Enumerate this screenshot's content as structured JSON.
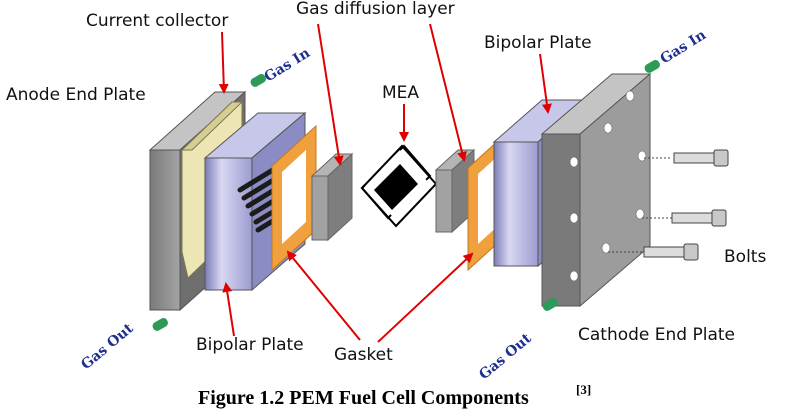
{
  "labels": {
    "current_collector": "Current collector",
    "gas_diffusion_layer": "Gas diffusion layer",
    "bipolar_plate_top": "Bipolar Plate",
    "anode_end_plate": "Anode End Plate",
    "mea": "MEA",
    "bolts": "Bolts",
    "bipolar_plate_bottom": "Bipolar Plate",
    "gasket": "Gasket",
    "cathode_end_plate": "Cathode End Plate",
    "gas_in_left": "Gas In",
    "gas_in_right": "Gas In",
    "gas_out_left": "Gas Out",
    "gas_out_right": "Gas Out"
  },
  "caption": {
    "text": "Figure 1.2 PEM Fuel Cell Components",
    "superscript": "[3]"
  },
  "colors": {
    "end_plate": "#8f8f8f",
    "bipolar_plate": "#a9a9d6",
    "gasket": "#f0a03c",
    "collector": "#ede6b4",
    "gas_port": "#2e9a58",
    "arrow": "#e00000",
    "gas_text": "#1f2f8f"
  }
}
